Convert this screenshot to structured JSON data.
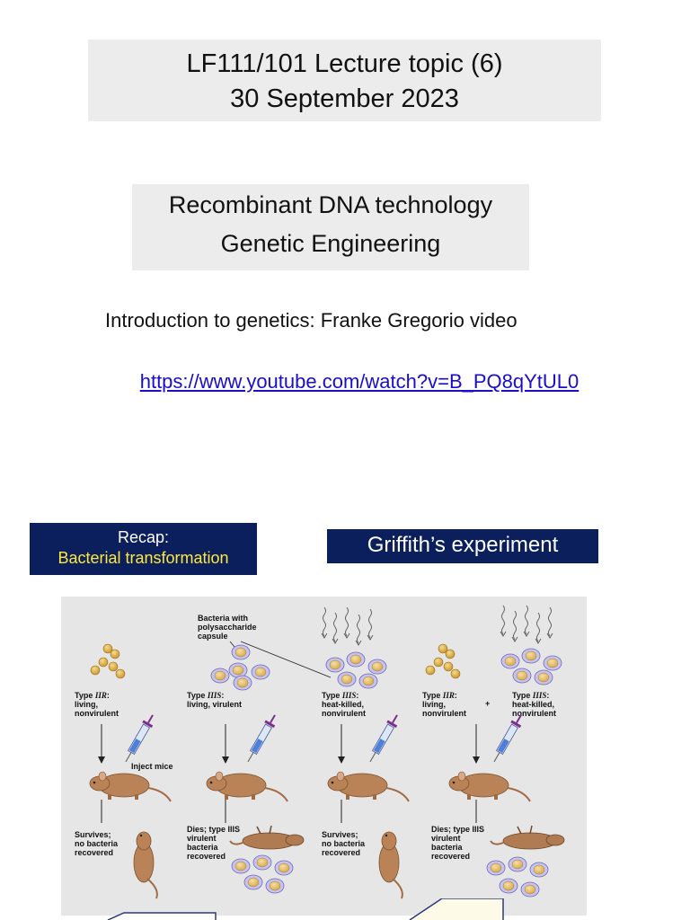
{
  "slide": {
    "title_line1": "LF111/101 Lecture topic (6)",
    "title_line2": "30 September 2023",
    "topic_line1": "Recombinant DNA technology",
    "topic_line2": "Genetic Engineering",
    "intro_text": "Introduction to genetics: Franke Gregorio video",
    "link_text": "https://www.youtube.com/watch?v=B_PQ8qYtUL0",
    "recap_line1": "Recap:",
    "recap_line2": "Bacterial transformation",
    "experiment_title": "Griffith’s experiment"
  },
  "figure": {
    "capsule_label": "Bacteria with polysaccharide capsule",
    "inject_label": "Inject mice",
    "plus_sign": "+",
    "columns": [
      {
        "type_prefix": "Type ",
        "type_code": "IIR",
        "type_rest": ":",
        "desc1": "living,",
        "desc2": "nonvirulent",
        "out1": "Survives;",
        "out2": "no bacteria",
        "out3": "recovered",
        "out4": ""
      },
      {
        "type_prefix": "Type ",
        "type_code": "IIIS",
        "type_rest": ":",
        "desc1": "living, virulent",
        "desc2": "",
        "out1": "Dies; type IIIS",
        "out2": "virulent",
        "out3": "bacteria",
        "out4": "recovered"
      },
      {
        "type_prefix": "Type ",
        "type_code": "IIIS",
        "type_rest": ":",
        "desc1": "heat-killed,",
        "desc2": "nonvirulent",
        "out1": "Survives;",
        "out2": "no bacteria",
        "out3": "recovered",
        "out4": ""
      },
      {
        "type_prefix": "Type ",
        "type_code": "IIR",
        "type_rest": ":",
        "desc1": "living,",
        "desc2": "nonvirulent",
        "out1": "Dies; type IIIS",
        "out2": "virulent",
        "out3": "bacteria",
        "out4": "recovered"
      },
      {
        "type_prefix": "Type ",
        "type_code": "IIIS",
        "type_rest": ":",
        "desc1": "heat-killed,",
        "desc2": "nonvirulent",
        "out1": "",
        "out2": "",
        "out3": "",
        "out4": ""
      }
    ]
  },
  "colors": {
    "title_box": "#ececec",
    "banner": "#0b1f5c",
    "banner_highlight": "#ffe93a",
    "link": "#1a0dcc",
    "figure_bg": "#e6e6e6",
    "bacteria_R": "#e8b84a",
    "bacteria_S_capsule": "#b9b6e8",
    "mouse": "#b98357"
  }
}
